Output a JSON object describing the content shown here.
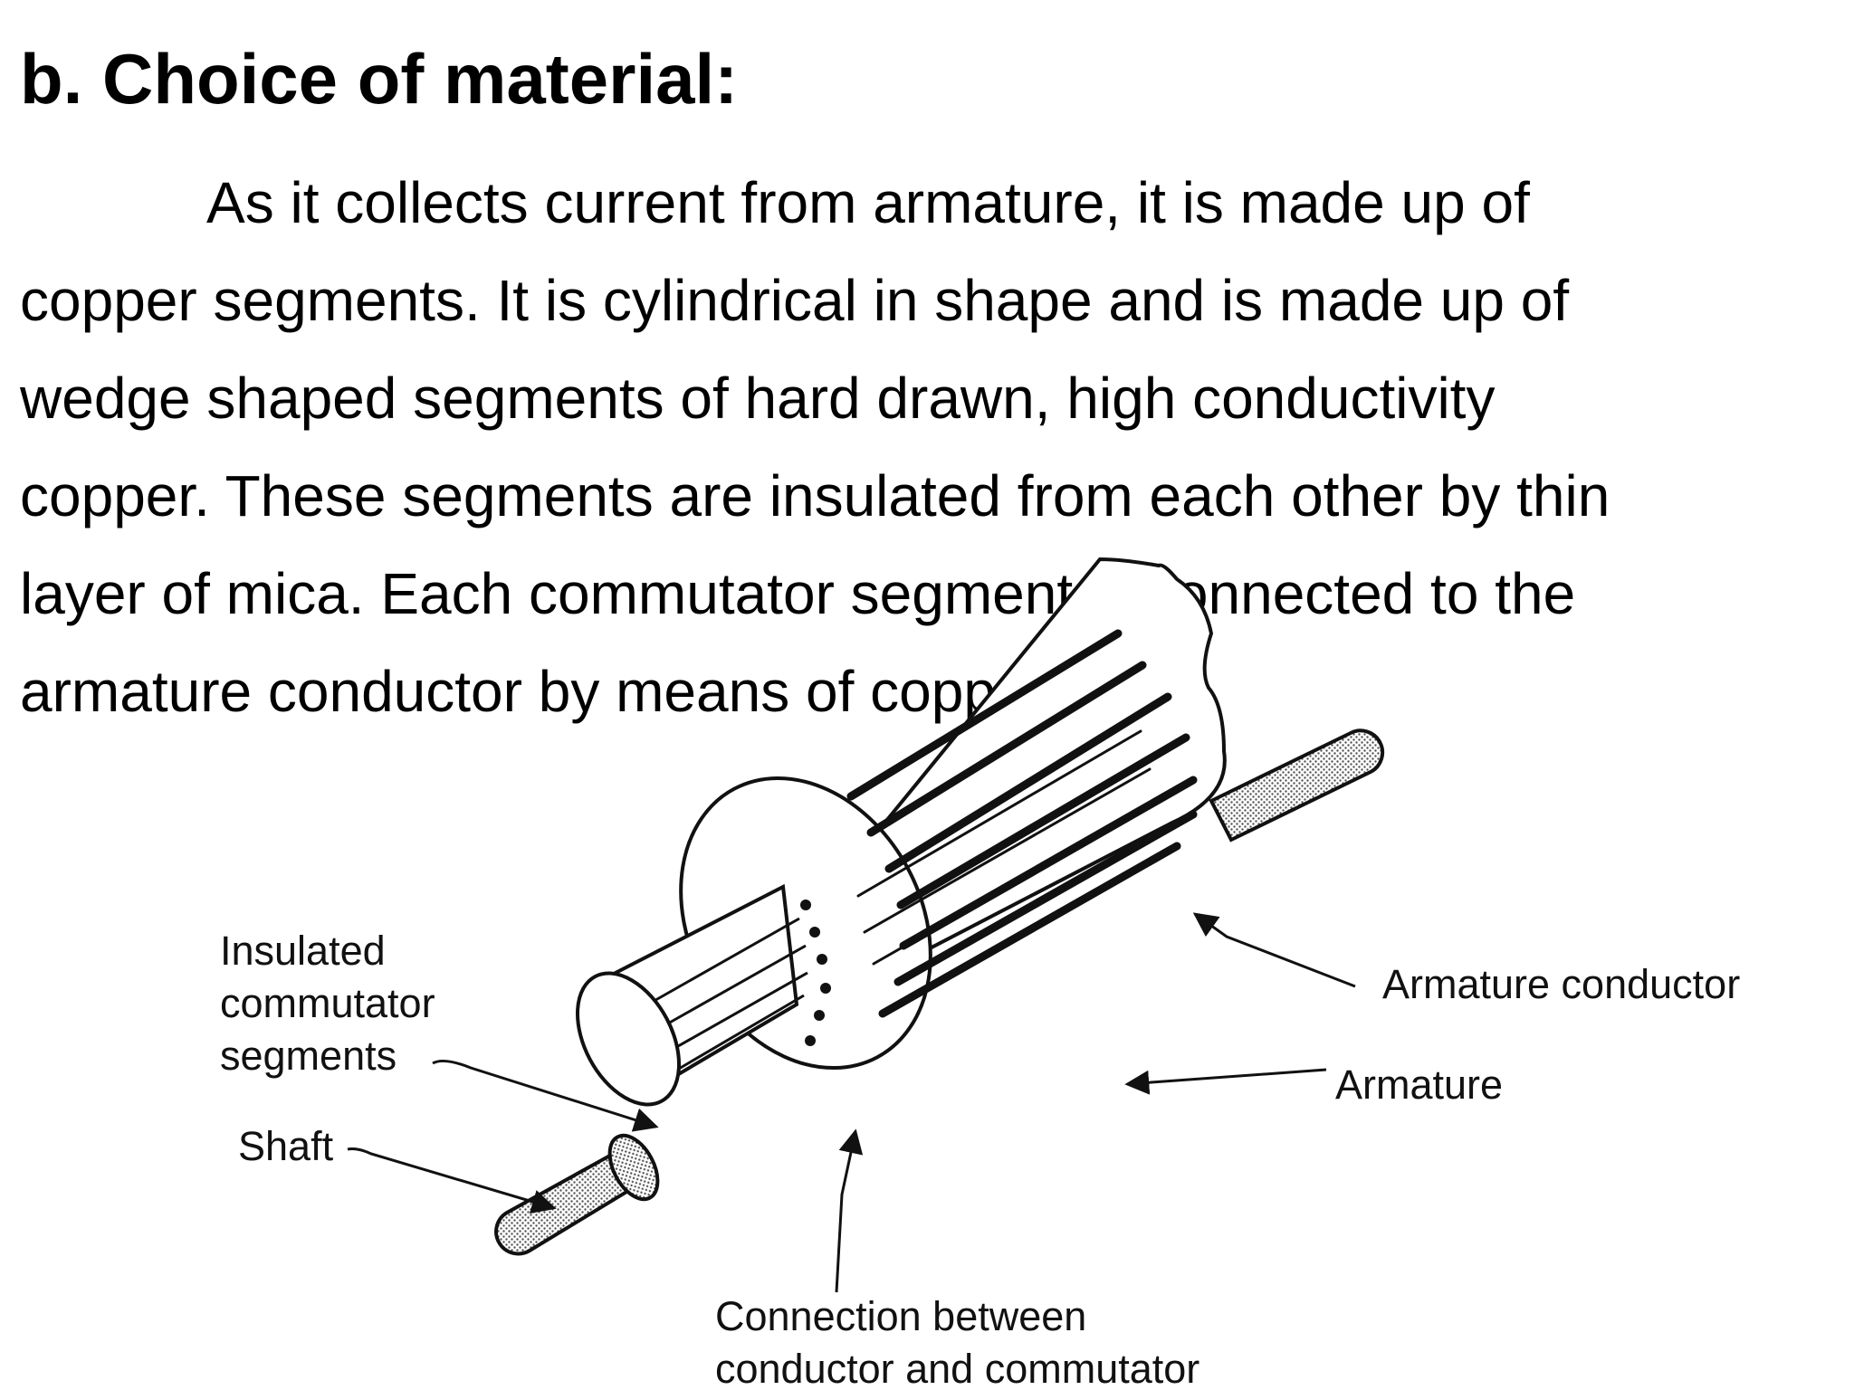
{
  "heading": "b.  Choice of material:",
  "paragraph_lines": [
    "As it collects current from armature, it is made up of",
    "copper segments. It is cylindrical in shape and is made up of",
    "wedge shaped segments of hard drawn, high conductivity",
    "copper. These segments are insulated from each other by thin",
    "layer of mica. Each commutator segment is connected to the",
    "armature conductor by means of copper strip."
  ],
  "diagram": {
    "labels": {
      "insulated_segments": [
        "Insulated",
        "commutator",
        "segments"
      ],
      "shaft": "Shaft",
      "armature_conductor": "Armature conductor",
      "armature": "Armature",
      "connection": [
        "Connection between",
        "conductor and commutator"
      ]
    }
  }
}
